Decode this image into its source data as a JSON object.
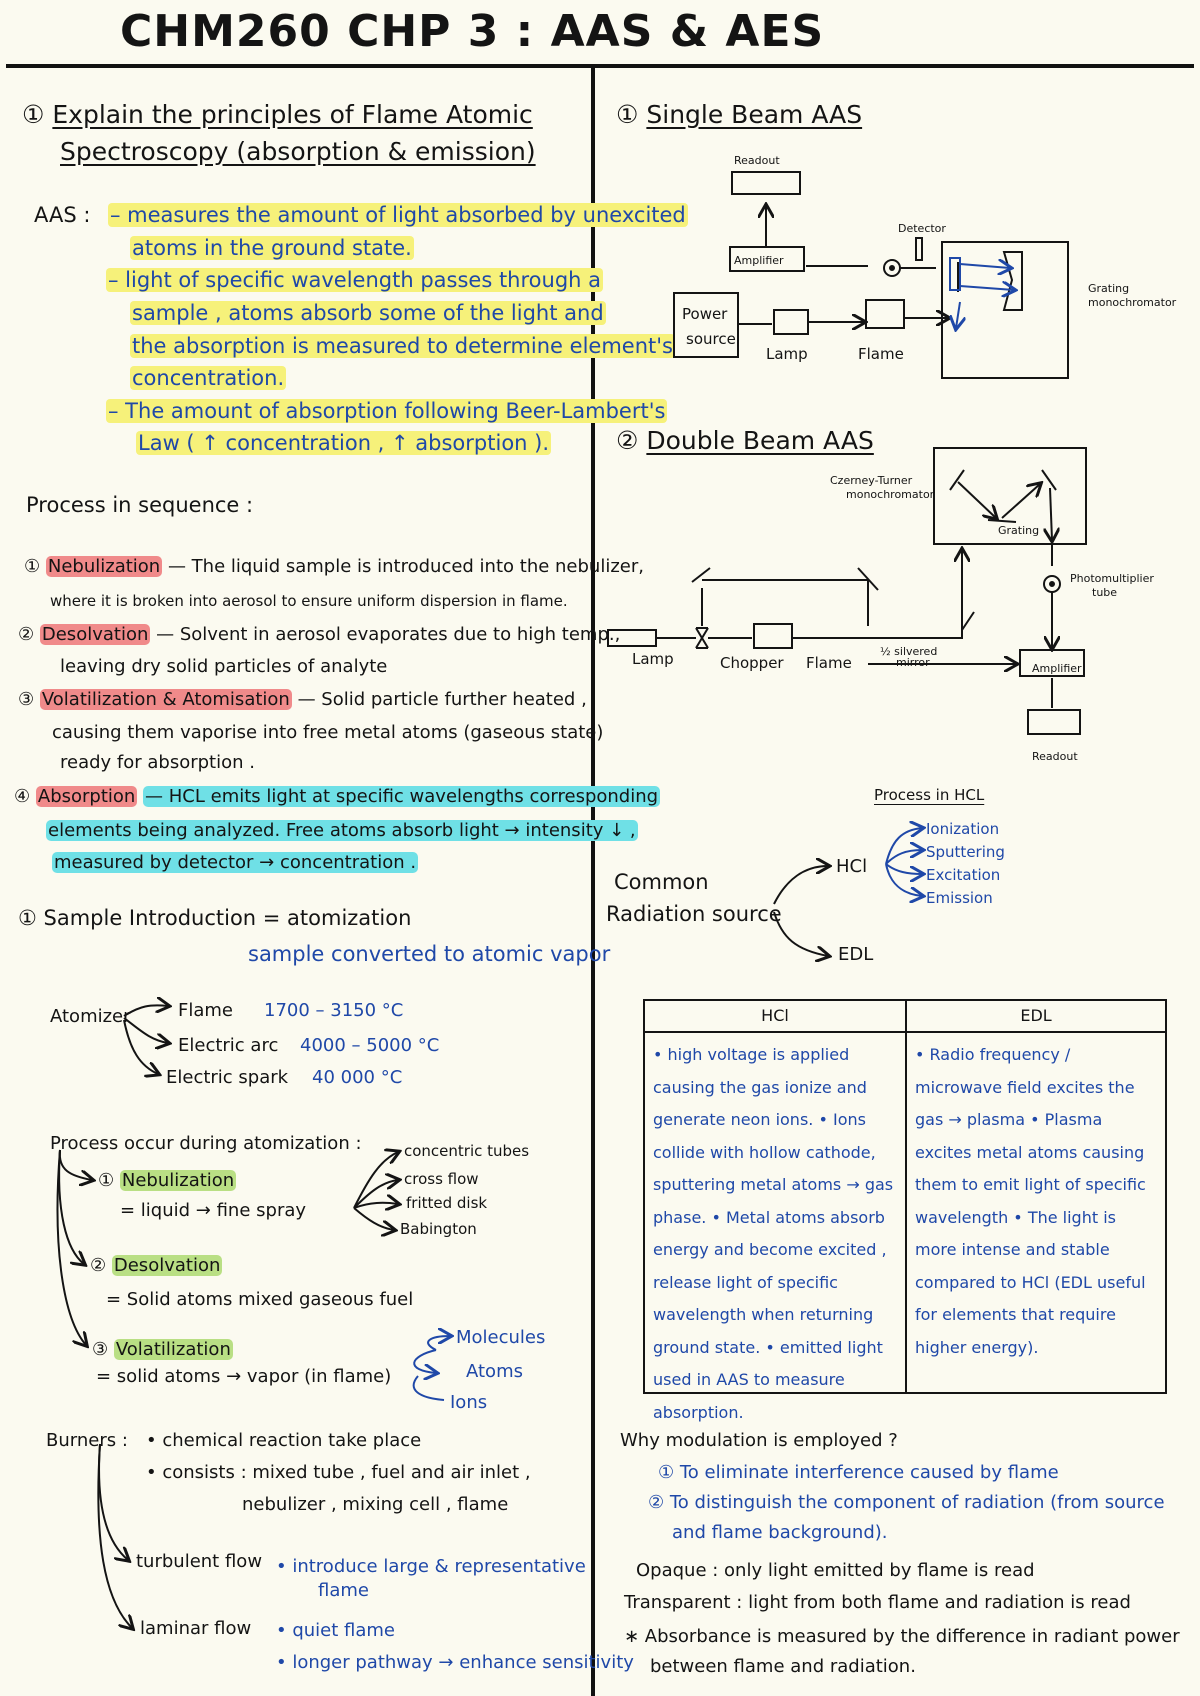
{
  "title": "CHM260 CHP 3 : AAS & AES",
  "left": {
    "q1": {
      "num": "①",
      "title_line1": "Explain the principles of Flame Atomic",
      "title_line2": "Spectroscopy (absorption & emission)"
    },
    "aas_label": "AAS :",
    "aas_bullets": [
      "– measures the amount of light absorbed by unexcited",
      "atoms in the ground state.",
      "– light of specific wavelength passes through a",
      "sample , atoms absorb some of the light and",
      "the absorption is measured to determine element's",
      "concentration.",
      "– The amount of absorption following Beer-Lambert's",
      "Law ( ↑ concentration , ↑ absorption )."
    ],
    "process_heading": "Process in sequence :",
    "steps": [
      {
        "num": "①",
        "name": "Nebulization",
        "line1": "— The liquid sample is introduced into the nebulizer,",
        "line2": "where it is broken into aerosol to ensure uniform dispersion in flame."
      },
      {
        "num": "②",
        "name": "Desolvation",
        "line1": "— Solvent in aerosol evaporates due to high temp.,",
        "line2": "leaving dry solid particles of analyte"
      },
      {
        "num": "③",
        "name": "Volatilization & Atomisation",
        "line1": "— Solid particle further heated ,",
        "line2": "causing them vaporise into free metal atoms (gaseous state)",
        "line3": "ready for absorption ."
      },
      {
        "num": "④",
        "name": "Absorption",
        "line1": "— HCL emits light at specific wavelengths corresponding",
        "line2": "elements being analyzed. Free atoms absorb light → intensity ↓ ,",
        "line3": "measured by detector → concentration ."
      }
    ],
    "sample_intro": {
      "num": "①",
      "text": "Sample Introduction = atomization",
      "sub": "sample converted to atomic vapor"
    },
    "atomizer": {
      "label": "Atomizer",
      "items": [
        {
          "name": "Flame",
          "temp": "1700 – 3150 °C"
        },
        {
          "name": "Electric arc",
          "temp": "4000 – 5000 °C"
        },
        {
          "name": "Electric spark",
          "temp": "40 000 °C"
        }
      ]
    },
    "process_occur": "Process occur during atomization :",
    "atom_steps": [
      {
        "num": "①",
        "name": "Nebulization",
        "desc": "= liquid → fine spray"
      },
      {
        "num": "②",
        "name": "Desolvation",
        "desc": "= Solid atoms mixed gaseous fuel"
      },
      {
        "num": "③",
        "name": "Volatilization",
        "desc": "= solid atoms → vapor (in flame)"
      }
    ],
    "nebulizer_types": [
      "concentric tubes",
      "cross flow",
      "fritted disk",
      "Babington"
    ],
    "products": [
      "Molecules",
      "Atoms",
      "Ions"
    ],
    "burners": {
      "label": "Burners :",
      "line1": "• chemical reaction take place",
      "line2": "• consists : mixed tube , fuel and air inlet ,",
      "line3": "nebulizer , mixing cell , flame",
      "turbulent_label": "turbulent flow",
      "turbulent_desc1": "• introduce large & representative",
      "turbulent_desc2": "flame",
      "laminar_label": "laminar flow",
      "laminar_desc1": "• quiet flame",
      "laminar_desc2": "• longer pathway → enhance sensitivity"
    }
  },
  "right": {
    "single": {
      "num": "①",
      "title": "Single Beam AAS",
      "labels": {
        "readout": "Readout",
        "amplifier": "Amplifier",
        "detector": "Detector",
        "power": "Power",
        "source": "source",
        "lamp": "Lamp",
        "flame": "Flame",
        "mono1": "Grating",
        "mono2": "monochromator"
      }
    },
    "double": {
      "num": "②",
      "title": "Double Beam AAS",
      "labels": {
        "mono1": "Czerney-Turner",
        "mono2": "monochromator",
        "grating": "Grating",
        "lamp": "Lamp",
        "chopper": "Chopper",
        "flame": "Flame",
        "mirror1": "½ silvered",
        "mirror2": "mirror",
        "det1": "Photomultiplier",
        "det2": "tube",
        "amplifier": "Amplifier",
        "readout": "Readout"
      }
    },
    "hcl_process": {
      "heading": "Process in HCL",
      "items": [
        "Ionization",
        "Sputtering",
        "Excitation",
        "Emission"
      ]
    },
    "radiation": {
      "line1": "Common",
      "line2": "Radiation source",
      "hcl": "HCl",
      "edl": "EDL"
    },
    "table": {
      "headers": [
        "HCl",
        "EDL"
      ],
      "hcl_text": "• high voltage is applied causing the gas ionize and generate neon ions. • Ions collide with hollow cathode, sputtering metal atoms → gas phase. • Metal atoms absorb energy and become excited , release light of specific wavelength when returning ground state. • emitted light used in AAS to measure absorption.",
      "edl_text": "• Radio frequency / microwave field excites the gas → plasma • Plasma excites metal atoms causing them to emit light of specific wavelength • The light is more intense and stable compared to HCl (EDL useful for elements that require higher energy)."
    },
    "modulation": {
      "q": "Why modulation is employed ?",
      "a1": "① To eliminate interference caused by flame",
      "a2": "② To distinguish the component of radiation (from source",
      "a3": "and flame background)."
    },
    "opaque": "Opaque : only light emitted by flame is read",
    "transparent": "Transparent : light from both flame and radiation is read",
    "absorbance1": "∗ Absorbance is measured by the difference in radiant power",
    "absorbance2": "between flame and radiation."
  }
}
